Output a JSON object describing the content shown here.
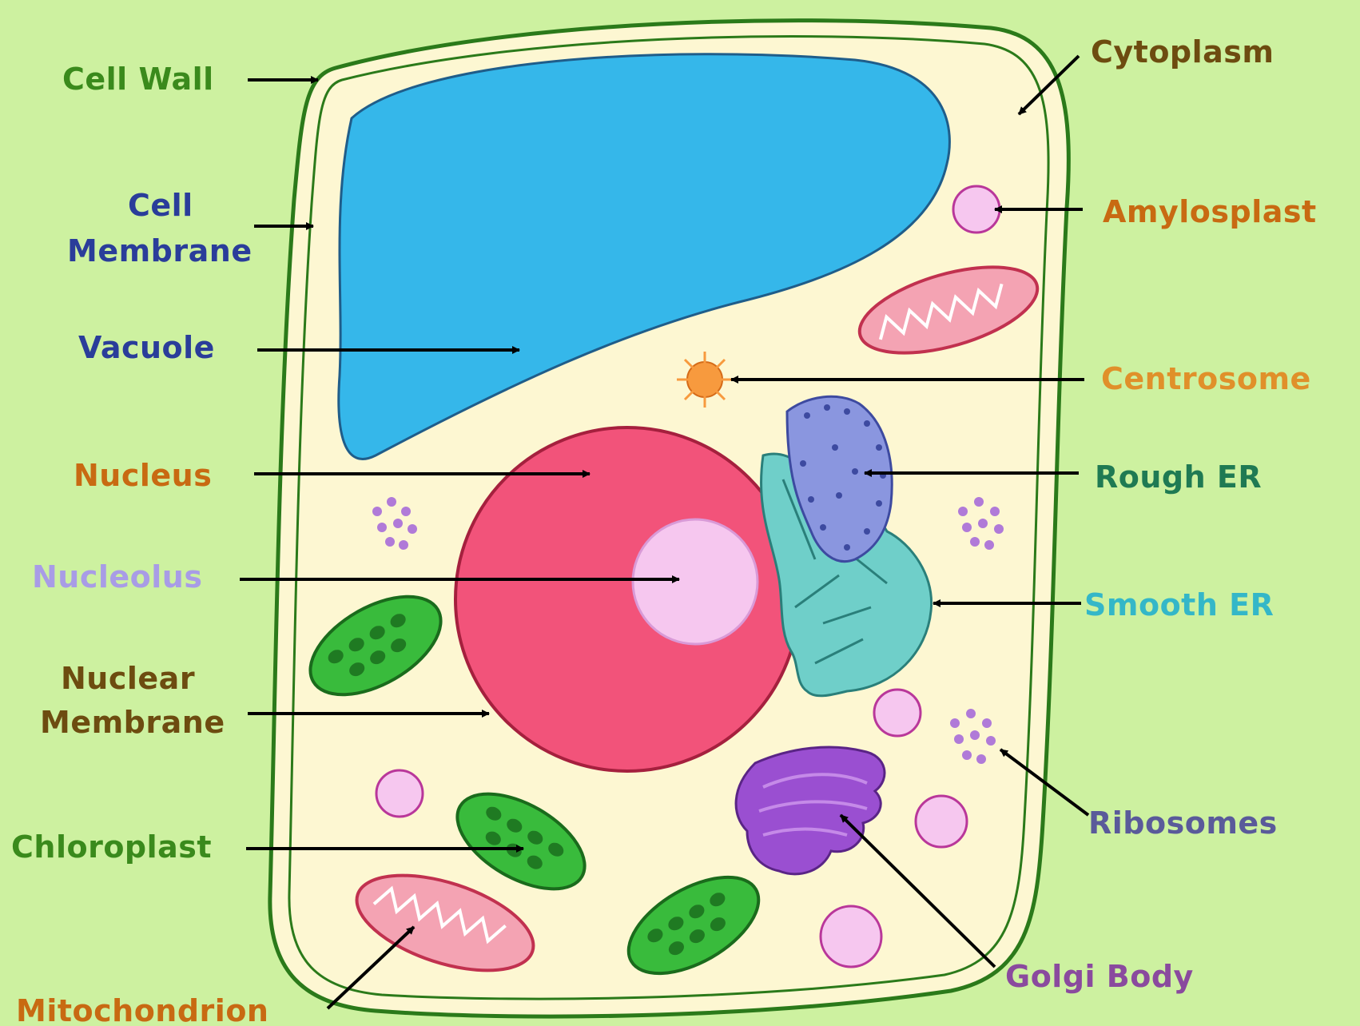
{
  "diagram": {
    "labels": {
      "cell_wall": "Cell Wall",
      "cell_membrane_line1": "Cell",
      "cell_membrane_line2": "Membrane",
      "vacuole": "Vacuole",
      "nucleus": "Nucleus",
      "nucleolus": "Nucleolus",
      "nuclear_membrane_line1": "Nuclear",
      "nuclear_membrane_line2": "Membrane",
      "chloroplast": "Chloroplast",
      "mitochondrion": "Mitochondrion",
      "cytoplasm": "Cytoplasm",
      "amylosplast": "Amylosplast",
      "centrosome": "Centrosome",
      "rough_er": "Rough ER",
      "smooth_er": "Smooth ER",
      "ribosomes": "Ribosomes",
      "golgi_body": "Golgi Body"
    },
    "colors": {
      "background": "#cdf1a0",
      "cytoplasm": "#fdf7d2",
      "cell_wall": "#2f7a1a",
      "vacuole": "#35b7ea",
      "nucleus": "#f2537a",
      "nucleolus": "#f6c7ef",
      "chloroplast": "#39bb3c",
      "mitochondrion": "#e8788c",
      "golgi": "#9a4fd1",
      "rough_er": "#7e8ad8",
      "smooth_er": "#6fcfc9",
      "centrosome": "#f79a3e",
      "amyloplast": "#f6c7ef",
      "label_green": "#3a8a1c",
      "label_blue": "#2a3d9a",
      "label_orange": "#c86a12",
      "label_lavender": "#a89ce6",
      "label_brown": "#6d4c10",
      "label_teal": "#1f7a53",
      "label_cyan": "#34b7c8",
      "label_slate": "#5a5a9a",
      "label_purple": "#8a4a9e"
    }
  }
}
